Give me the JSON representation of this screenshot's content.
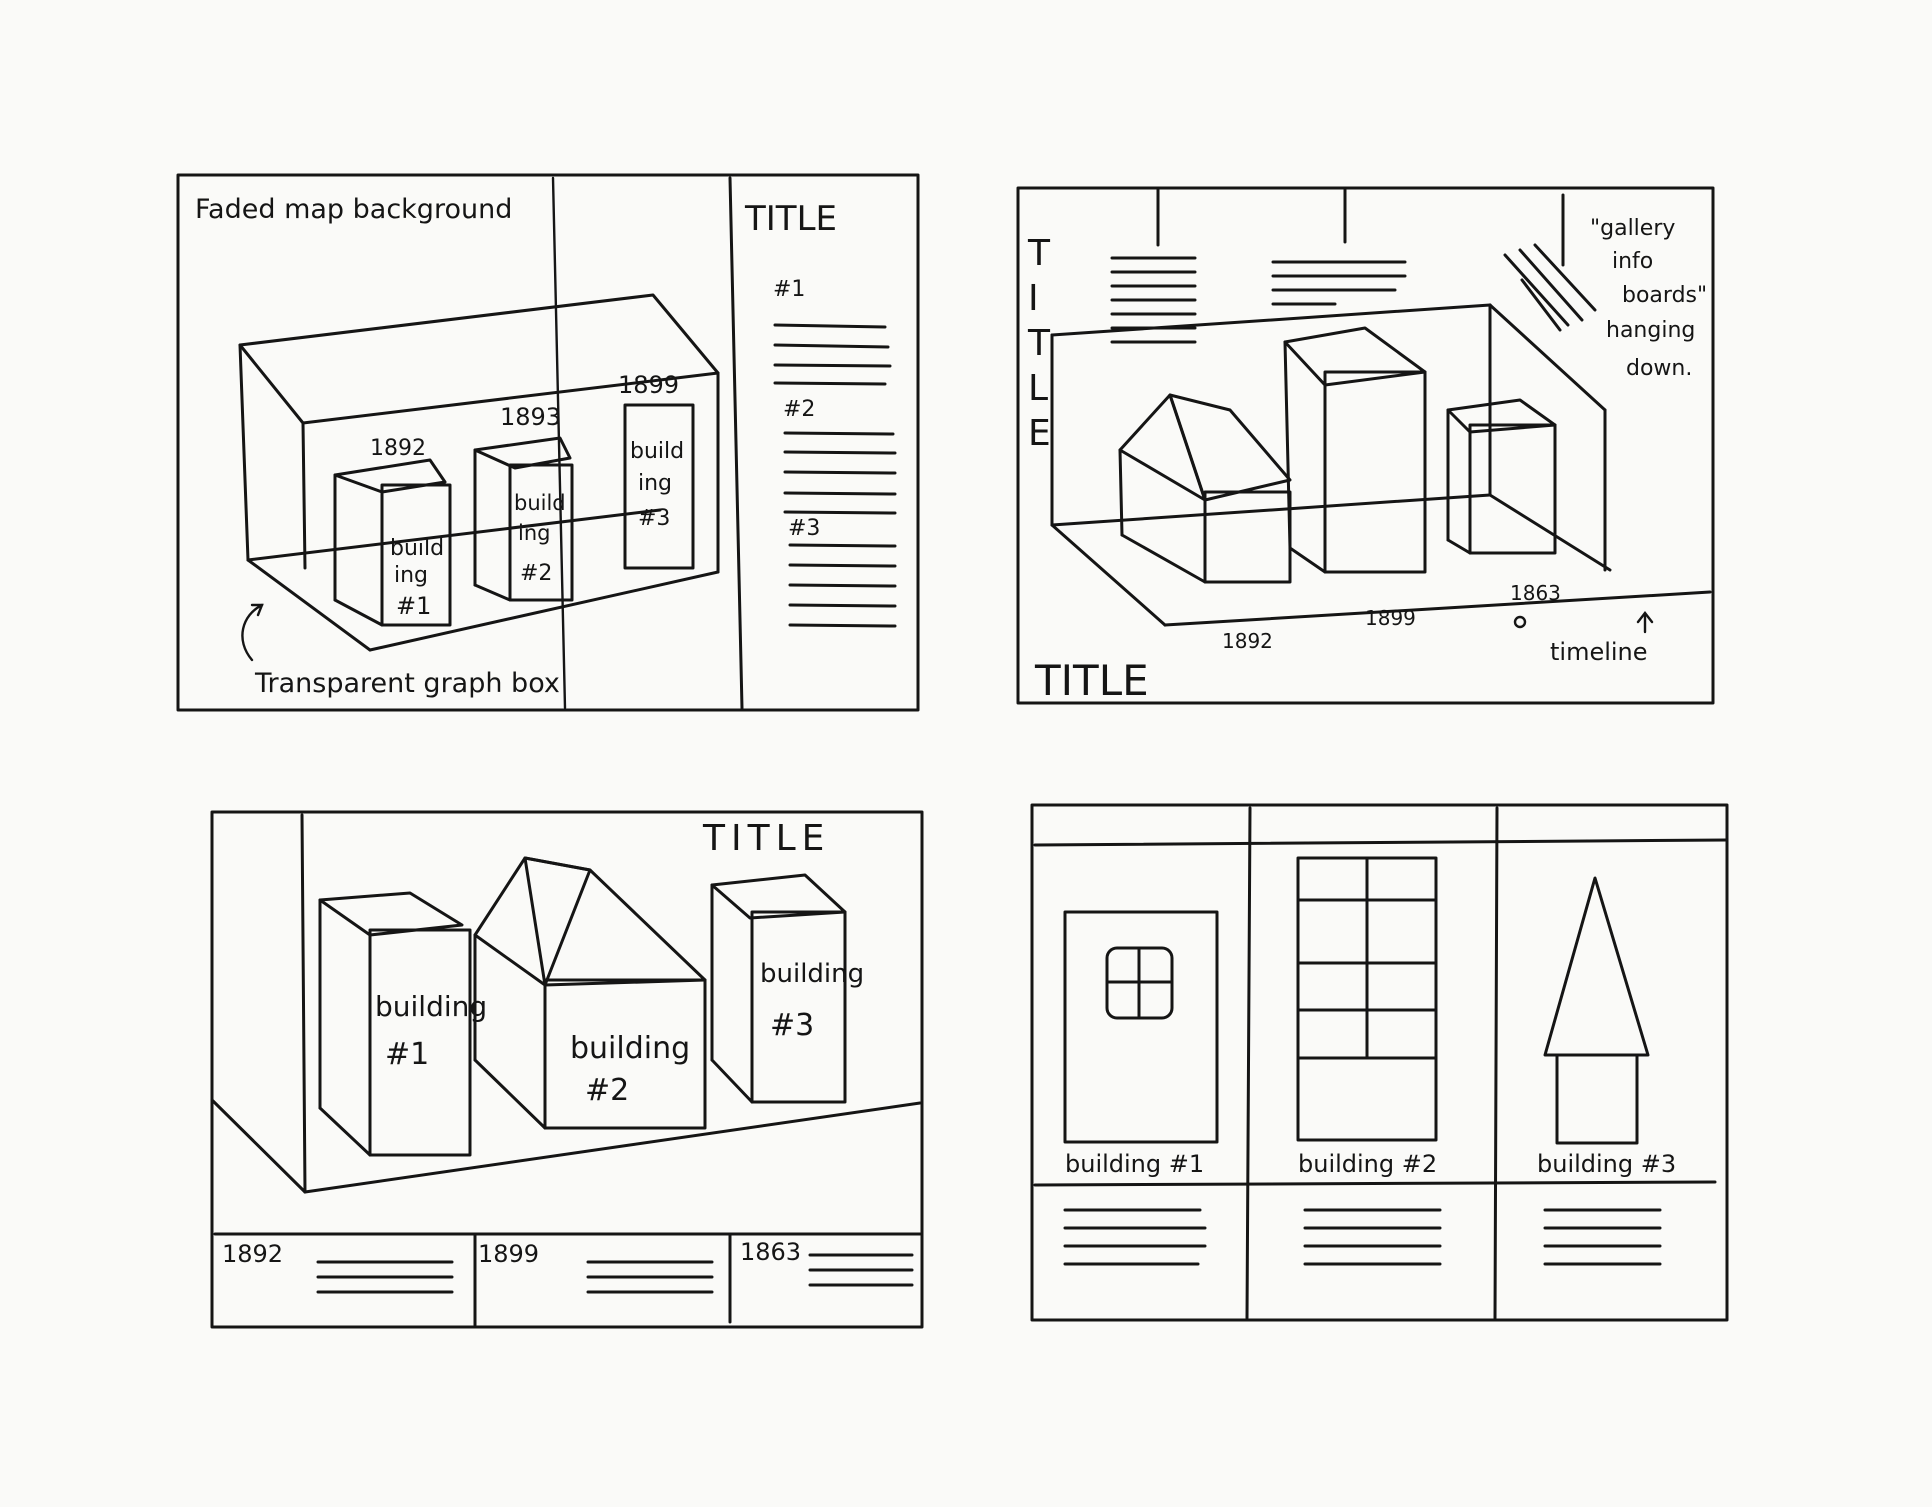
{
  "panel1": {
    "map_label": "Faded map background",
    "title": "TITLE",
    "list_markers": [
      "#1",
      "#2",
      "#3"
    ],
    "years": [
      "1892",
      "1893",
      "1899"
    ],
    "building_labels": [
      [
        "build",
        "ing",
        "#1"
      ],
      [
        "build",
        "ing",
        "#2"
      ],
      [
        "build",
        "ing",
        "#3"
      ]
    ],
    "box_label": "Transparent graph box"
  },
  "panel2": {
    "title_vertical": [
      "T",
      "I",
      "T",
      "L",
      "E"
    ],
    "gallery_note": [
      "\"gallery",
      "info",
      "boards\"",
      "hanging",
      "down."
    ],
    "years": [
      "1892",
      "1899",
      "1863"
    ],
    "timeline_label": "timeline",
    "title": "TITLE"
  },
  "panel3": {
    "title": "TITLE",
    "building_labels": [
      [
        "building",
        "#1"
      ],
      [
        "building",
        "#2"
      ],
      [
        "building",
        "#3"
      ]
    ],
    "years": [
      "1892",
      "1899",
      "1863"
    ]
  },
  "panel4": {
    "building_labels": [
      "building #1",
      "building #2",
      "building #3"
    ]
  }
}
